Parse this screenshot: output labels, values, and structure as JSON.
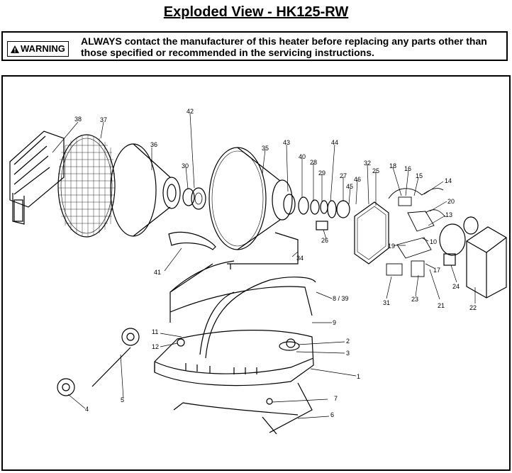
{
  "title": "Exploded View - HK125-RW",
  "warning": {
    "badge": "WARNING",
    "text": "ALWAYS contact the manufacturer of this heater before replacing any parts other than those specified or recommended in the servicing instructions."
  },
  "callouts": {
    "p1": "1",
    "p2": "2",
    "p3": "3",
    "p4": "4",
    "p5": "5",
    "p6": "6",
    "p7": "7",
    "p8": "8 / 39",
    "p9": "9",
    "p10": "10",
    "p11": "11",
    "p12": "12",
    "p13": "13",
    "p14": "14",
    "p15": "15",
    "p16": "16",
    "p17": "17",
    "p18": "18",
    "p19": "19",
    "p20": "20",
    "p21": "21",
    "p22": "22",
    "p23": "23",
    "p24": "24",
    "p25": "25",
    "p26": "26",
    "p27": "27",
    "p28": "28",
    "p29": "29",
    "p30": "30",
    "p31": "31",
    "p32": "32",
    "p34": "34",
    "p35": "35",
    "p36": "36",
    "p37": "37",
    "p38": "38",
    "p40": "40",
    "p41": "41",
    "p42": "42",
    "p43": "43",
    "p44": "44",
    "p45": "45",
    "p46": "46"
  }
}
